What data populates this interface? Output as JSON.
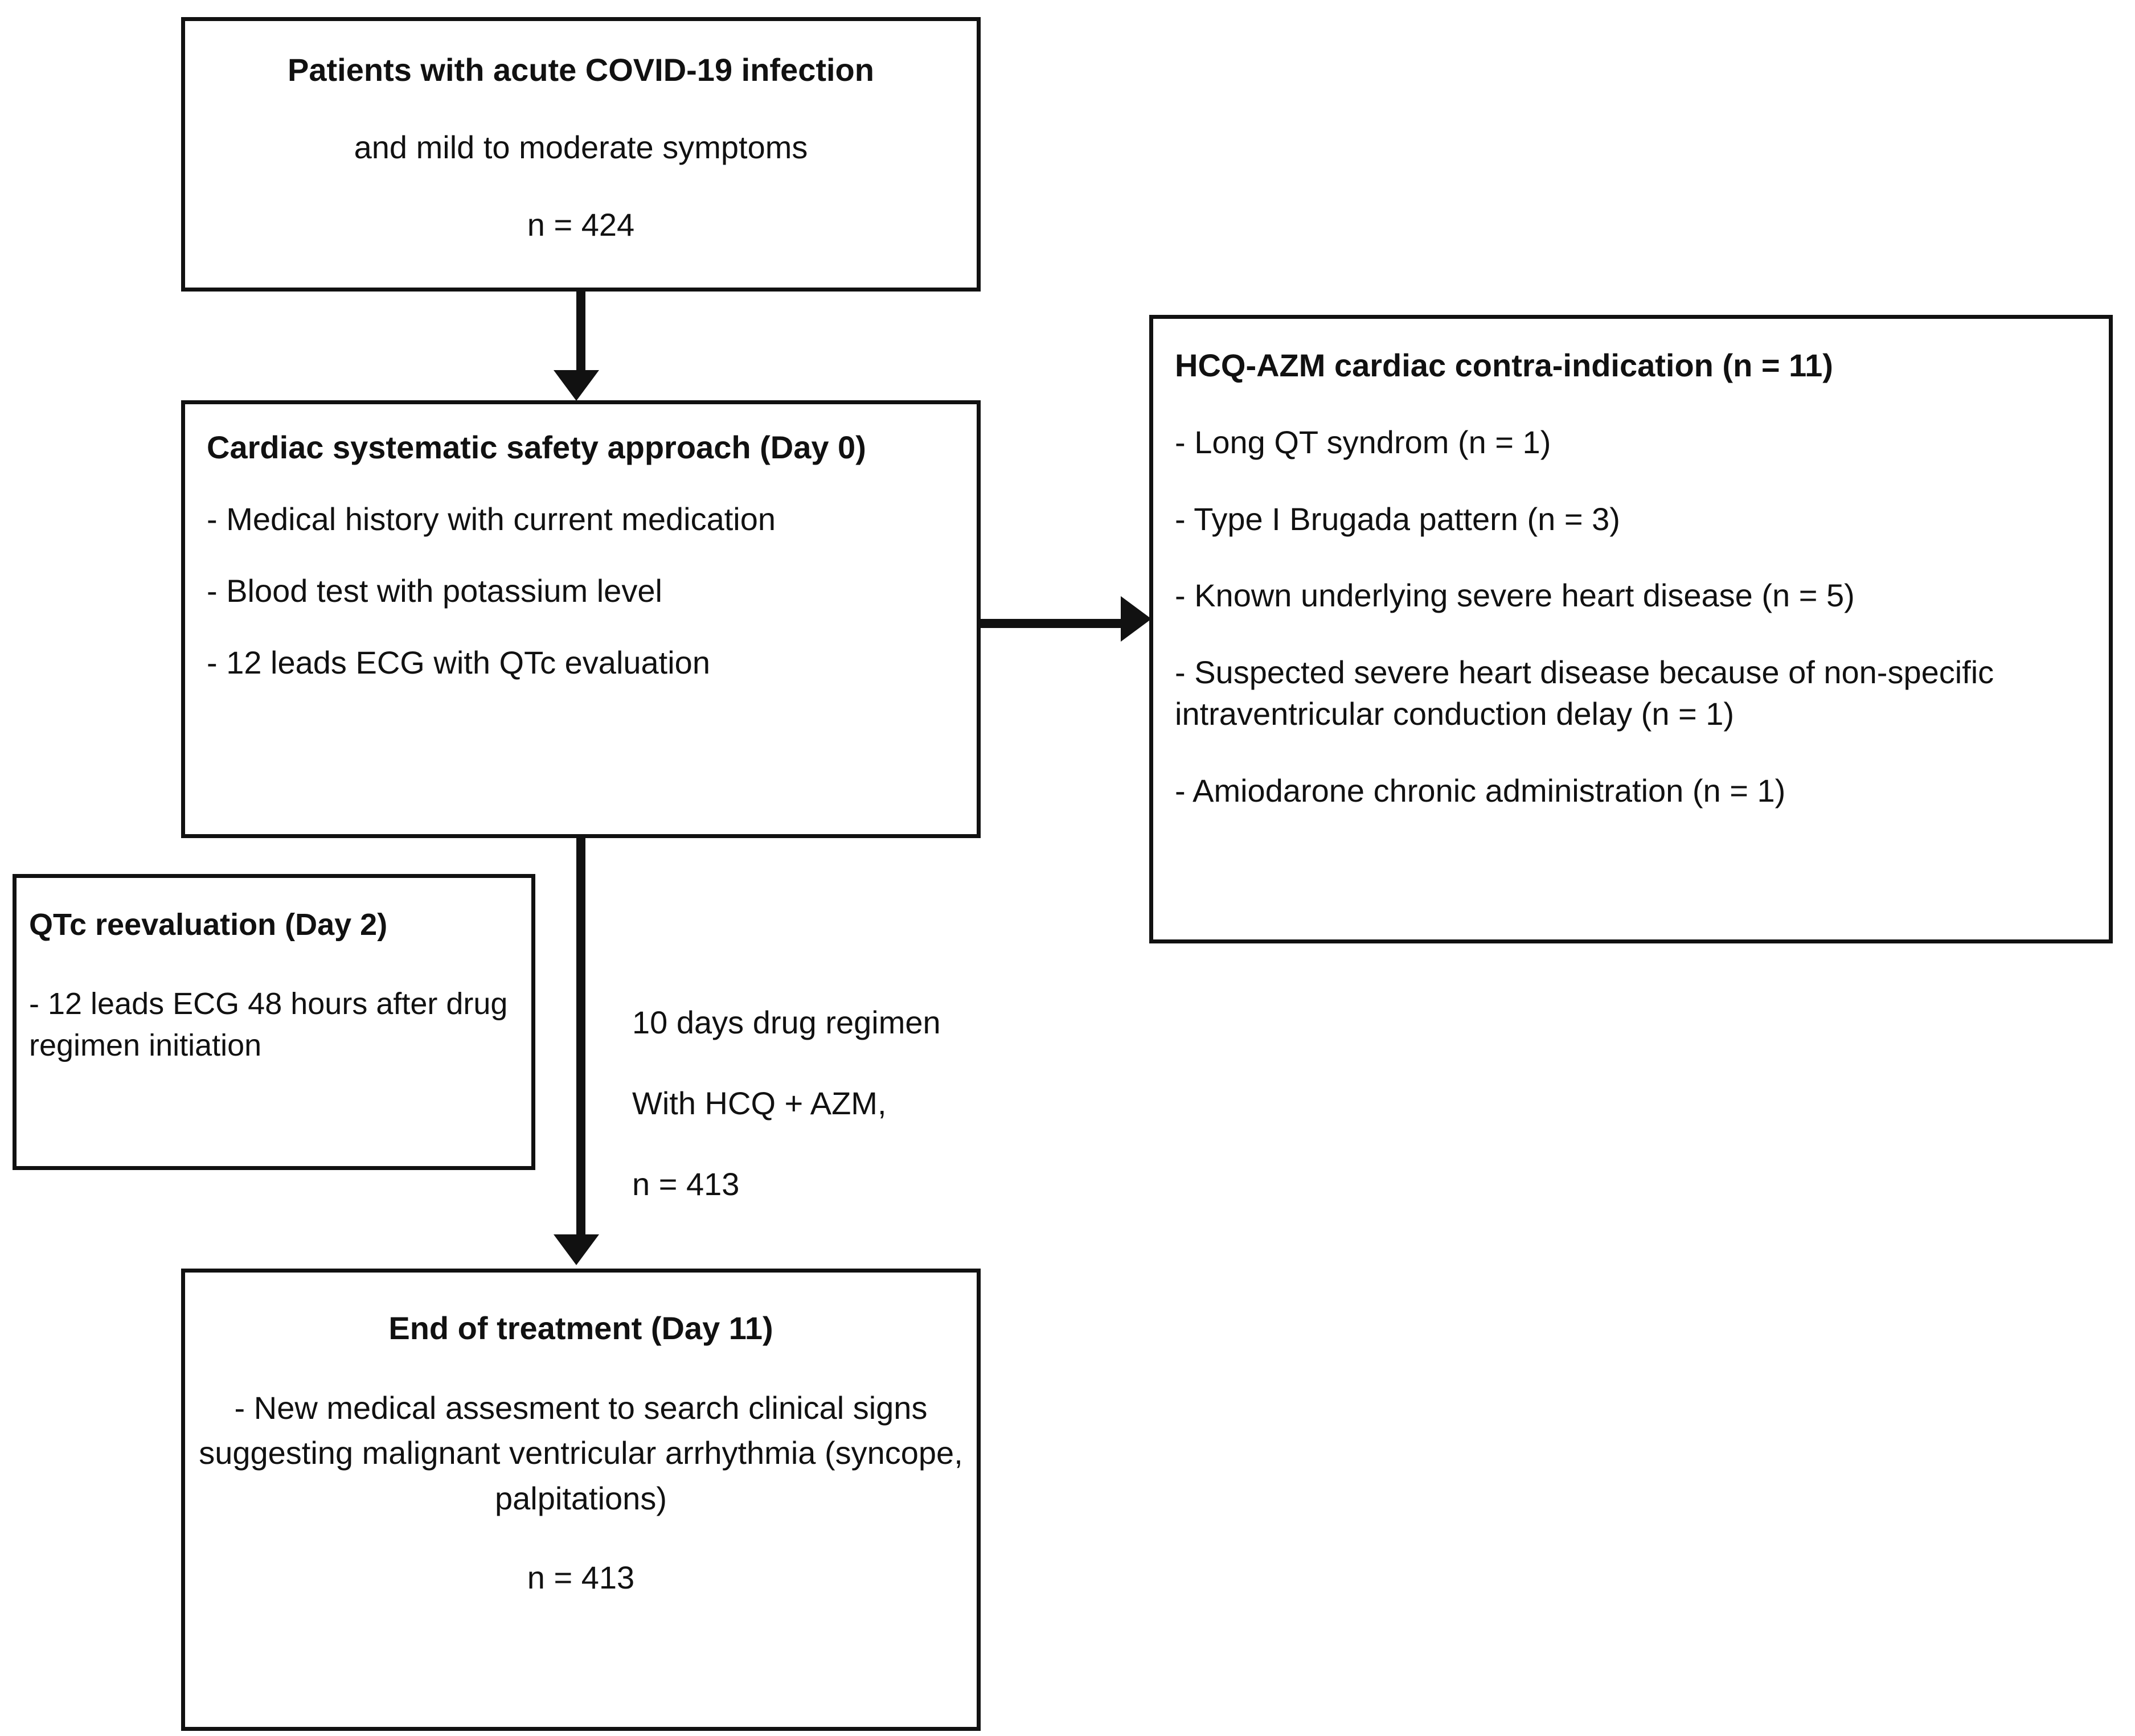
{
  "diagram": {
    "title": "Cardiac safety study flow chart",
    "line_color": "#111111",
    "background": "#ffffff"
  },
  "boxes": {
    "top": {
      "name": "patients-box",
      "lines": [
        "Patients with acute COVID-19 infection",
        "and mild to moderate symptoms",
        "n = 424"
      ]
    },
    "cardiac": {
      "name": "cardiac-safety-box",
      "heading": "Cardiac systematic safety approach (Day 0)",
      "items": [
        "- Medical history with current medication",
        "- Blood test with potassium level",
        "- 12 leads ECG with QTc evaluation"
      ]
    },
    "contra": {
      "name": "contra-indication-box",
      "heading": "HCQ-AZM cardiac contra-indication (n = 11)",
      "items": [
        "- Long QT syndrom (n = 1)",
        "- Type I Brugada pattern (n = 3)",
        "- Known underlying severe heart disease (n = 5)",
        "- Suspected severe heart disease because of non-specific intraventricular conduction delay (n = 1)",
        "- Amiodarone chronic administration (n = 1)"
      ]
    },
    "qtc": {
      "name": "qtc-reevaluation-box",
      "heading": "QTc reevaluation (Day 2)",
      "items": [
        "- 12 leads ECG 48 hours after drug regimen initiation"
      ]
    },
    "end": {
      "name": "end-of-treatment-box",
      "heading": "End of treatment (Day 11)",
      "body": "- New medical assesment to search clinical signs suggesting malignant ventricular arrhythmia (syncope, palpitations)",
      "count": "n = 413"
    }
  },
  "side_note": {
    "name": "drug-regimen-note",
    "lines": [
      "10 days drug regimen",
      "With HCQ + AZM,",
      "n = 413"
    ]
  },
  "connectors": [
    {
      "name": "arrow-patients-to-cardiac",
      "direction": "down"
    },
    {
      "name": "arrow-cardiac-to-contra",
      "direction": "right"
    },
    {
      "name": "arrow-cardiac-to-end",
      "direction": "down"
    }
  ]
}
